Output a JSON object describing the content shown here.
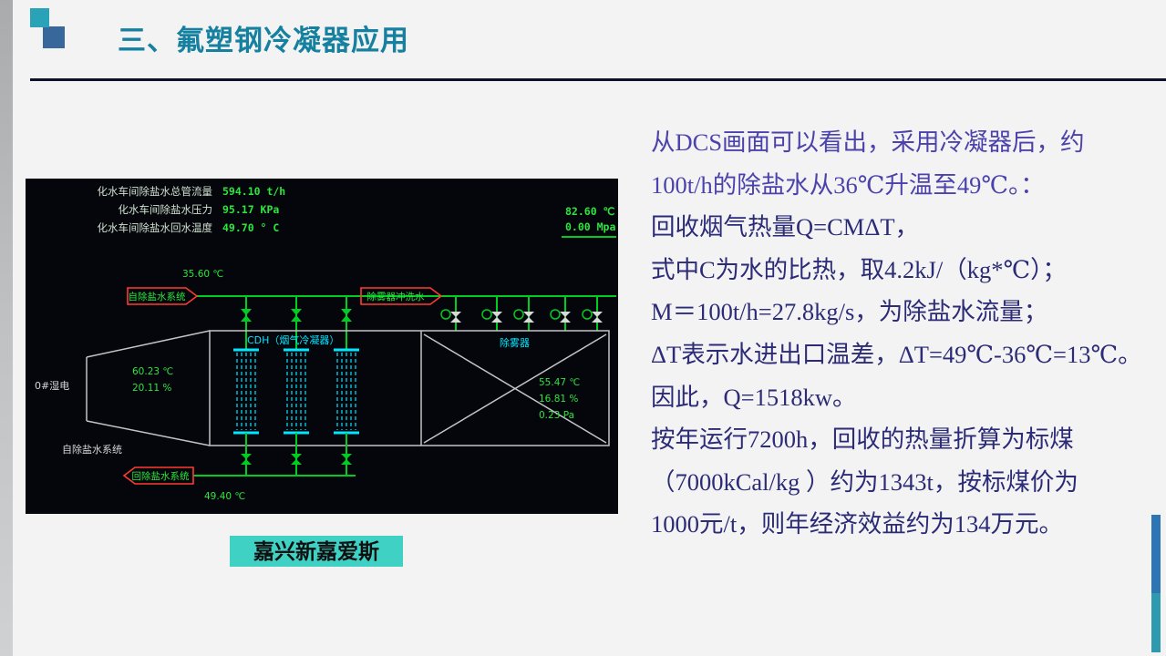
{
  "header": {
    "title": "三、氟塑钢冷凝器应用"
  },
  "caption": "嘉兴新嘉爱斯",
  "analysis": {
    "para1": [
      "从DCS画面可以看出，采用冷凝器后，约",
      "100t/h的除盐水从36℃升温至49℃。："
    ],
    "para2": [
      "回收烟气热量Q=CMΔT，",
      "式中C为水的比热，取4.2kJ/（kg*℃）；",
      "M＝100t/h=27.8kg/s，为除盐水流量；",
      "ΔT表示水进出口温差，ΔT=49℃-36℃=13℃。",
      "因此，Q=1518kw。",
      "按年运行7200h，回收的热量折算为标煤",
      "（7000kCal/kg ）约为1343t，按标煤价为",
      "1000元/t，则年经济效益约为134万元。"
    ]
  },
  "dcs": {
    "readings_top": [
      {
        "label": "化水车间除盐水总管流量",
        "value": "594.10 t/h"
      },
      {
        "label": "化水车间除盐水压力",
        "value": "95.17 KPa"
      },
      {
        "label": "化水车间除盐水回水温度",
        "value": "49.70 ° C"
      }
    ],
    "outlet": {
      "temp": "82.60 ℃",
      "pressure": "0.00 Mpa"
    },
    "inlet_temp": "35.60 ℃",
    "arrow_inlet": "自除盐水系统",
    "arrow_flush": "除雾器冲洗水",
    "arrow_return": "回除盐水系统",
    "return_temp": "49.40 ℃",
    "condenser_label": "CDH（烟气冷凝器）",
    "demister_label": "除雾器",
    "wet_esp": "0#湿电",
    "left_readings": {
      "temp": "60.23 ℃",
      "humidity": "20.11 %"
    },
    "right_readings": {
      "temp": "55.47 ℃",
      "humidity": "16.81 %",
      "pressure": "0.23 Pa"
    },
    "bottom_label": "自除盐水系统"
  },
  "colors": {
    "title": "#15809f",
    "accent_teal_square": "#2aa2b8",
    "accent_blue_square": "#38679b",
    "caption_bg": "#3fd2c4",
    "analysis_para1": "#4b43ab",
    "analysis_para2": "#2b2b77",
    "dcs_green": "#00cc22",
    "dcs_cyan": "#00e6ff",
    "dcs_red": "#ff3b30",
    "right_bar_blue": "#2e75b6",
    "right_bar_teal": "#2e9aaf"
  }
}
